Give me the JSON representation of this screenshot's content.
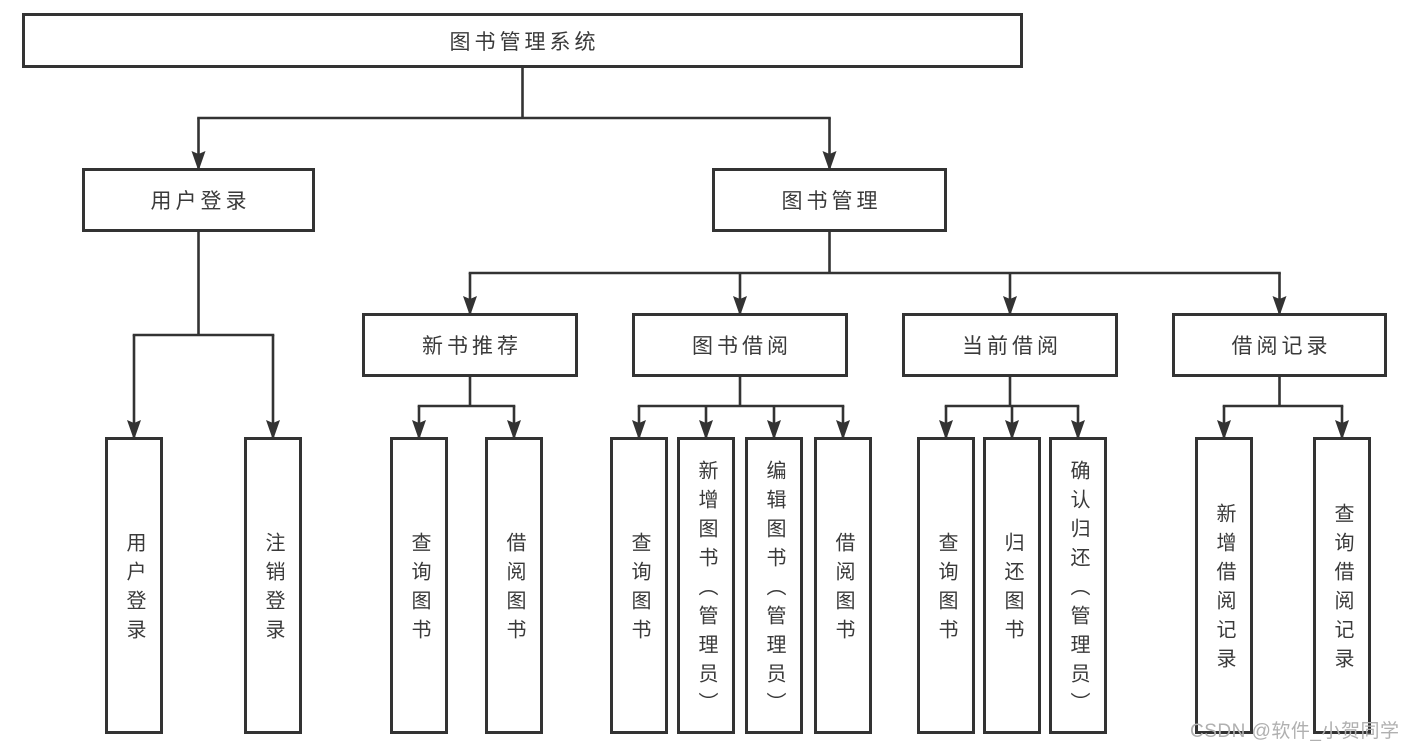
{
  "watermark": {
    "text": "CSDN @软件_小贺同学"
  },
  "colors": {
    "line": "#333333",
    "text": "#3a3a3a",
    "watermark": "#b0b0b0",
    "background": "#ffffff"
  },
  "nodes": [
    {
      "id": "root",
      "label": "图书管理系统",
      "parent": null
    },
    {
      "id": "user-login",
      "label": "用户登录",
      "parent": "root"
    },
    {
      "id": "book-mgmt",
      "label": "图书管理",
      "parent": "root"
    },
    {
      "id": "new-book-rec",
      "label": "新书推荐",
      "parent": "book-mgmt"
    },
    {
      "id": "book-borrow",
      "label": "图书借阅",
      "parent": "book-mgmt"
    },
    {
      "id": "current-borrow",
      "label": "当前借阅",
      "parent": "book-mgmt"
    },
    {
      "id": "borrow-records",
      "label": "借阅记录",
      "parent": "book-mgmt"
    },
    {
      "id": "user-login-leaf",
      "label": "用户登录",
      "parent": "user-login"
    },
    {
      "id": "logout",
      "label": "注销登录",
      "parent": "user-login"
    },
    {
      "id": "query-book-new",
      "label": "查询图书",
      "parent": "new-book-rec"
    },
    {
      "id": "borrow-book-new",
      "label": "借阅图书",
      "parent": "new-book-rec"
    },
    {
      "id": "query-book-borrow",
      "label": "查询图书",
      "parent": "book-borrow"
    },
    {
      "id": "add-book",
      "label": "新增图书（管理员）",
      "parent": "book-borrow"
    },
    {
      "id": "edit-book",
      "label": "编辑图书（管理员）",
      "parent": "book-borrow"
    },
    {
      "id": "borrow-book",
      "label": "借阅图书",
      "parent": "book-borrow"
    },
    {
      "id": "query-book-current",
      "label": "查询图书",
      "parent": "current-borrow"
    },
    {
      "id": "return-book",
      "label": "归还图书",
      "parent": "current-borrow"
    },
    {
      "id": "confirm-return",
      "label": "确认归还（管理员）",
      "parent": "current-borrow"
    },
    {
      "id": "add-borrow-record",
      "label": "新增借阅记录",
      "parent": "borrow-records"
    },
    {
      "id": "query-borrow-record",
      "label": "查询借阅记录",
      "parent": "borrow-records"
    }
  ]
}
